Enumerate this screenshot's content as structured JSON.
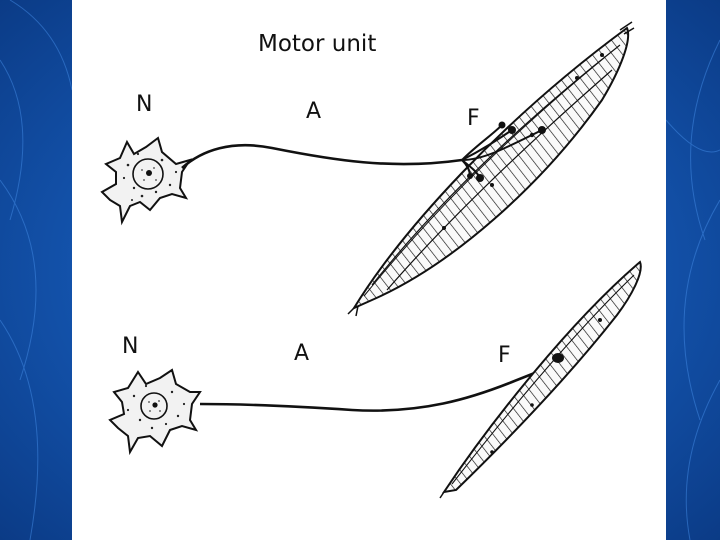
{
  "slide": {
    "background_color": "#1558b4",
    "panel_color": "#ffffff"
  },
  "diagram": {
    "title": "Motor unit",
    "top": {
      "neuron_label": "N",
      "axon_label": "A",
      "fiber_label": "F"
    },
    "bottom": {
      "neuron_label": "N",
      "axon_label": "A",
      "fiber_label": "F"
    }
  }
}
